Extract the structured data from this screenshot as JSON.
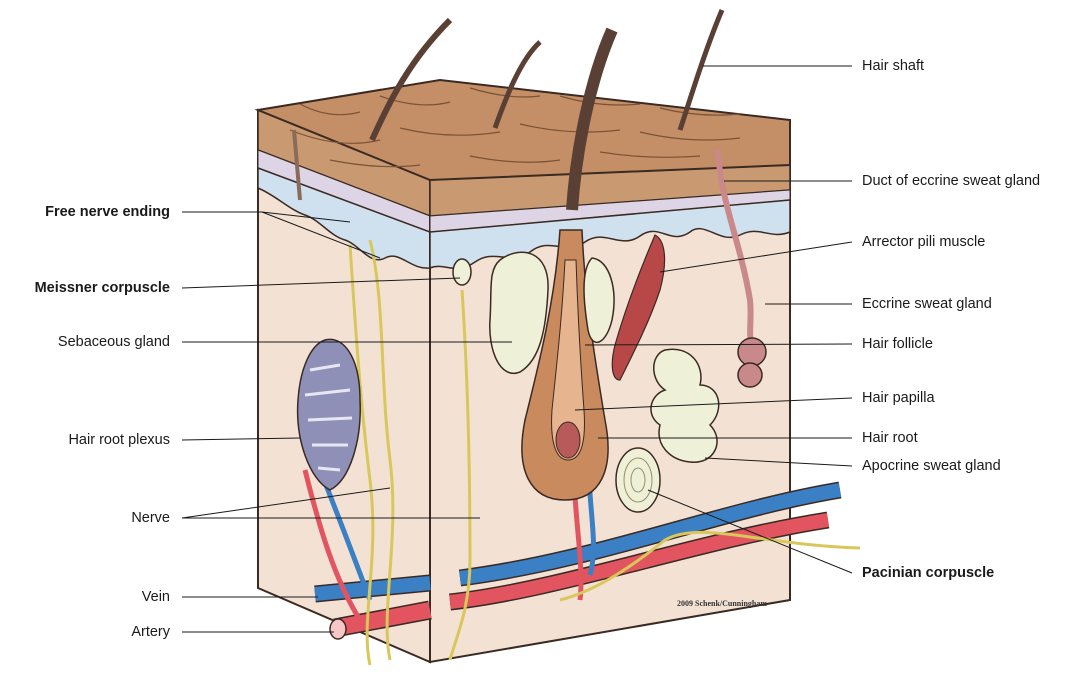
{
  "labels": {
    "free_nerve_ending": "Free nerve ending",
    "meissner_corpuscle": "Meissner corpuscle",
    "sebaceous_gland": "Sebaceous gland",
    "hair_root_plexus": "Hair root plexus",
    "nerve": "Nerve",
    "vein": "Vein",
    "artery": "Artery",
    "hair_shaft": "Hair shaft",
    "duct_eccrine": "Duct of eccrine sweat gland",
    "arrector_pili": "Arrector pili muscle",
    "eccrine_gland": "Eccrine sweat gland",
    "hair_follicle": "Hair follicle",
    "hair_papilla": "Hair papilla",
    "hair_root": "Hair root",
    "apocrine_gland": "Apocrine sweat gland",
    "pacinian_corpuscle": "Pacinian corpuscle"
  },
  "credit": "2009 Schenk/Cunningham",
  "colors": {
    "epidermis": "#c9a07a",
    "dermis": "#f2e2d6",
    "papillary": "#cfe0ee",
    "vein": "#3b7fc4",
    "artery": "#e25560",
    "nerve": "#d8c75a",
    "gland": "#eef0d8",
    "follicle": "#c98a5e",
    "muscle": "#b84848",
    "plexus": "#8e90b8"
  }
}
